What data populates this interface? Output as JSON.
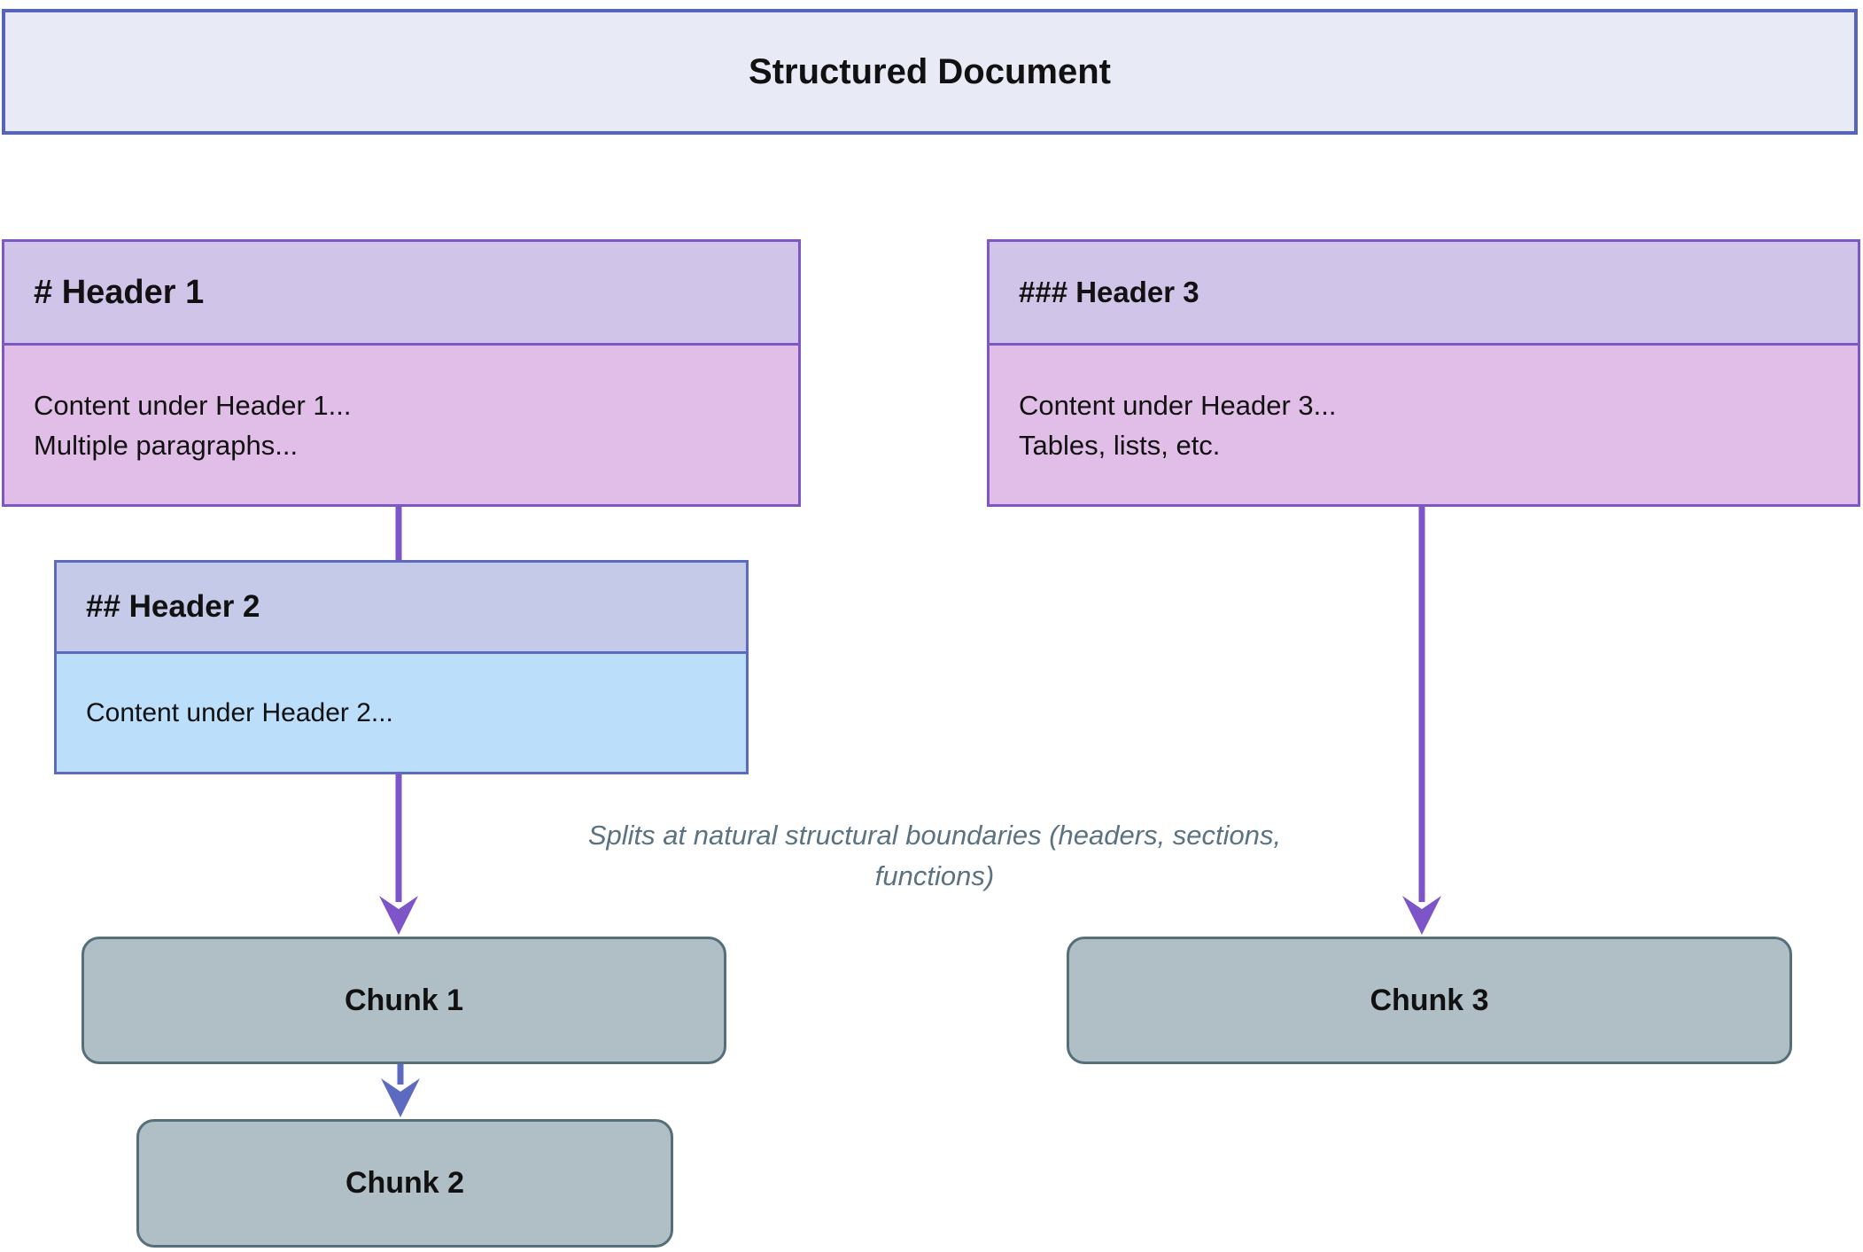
{
  "colors": {
    "text": "#111111",
    "banner-fill": "#E8EAF6",
    "banner-border": "#5564BC",
    "title-fill-purple": "#D1C4E9",
    "content-fill-purple": "#E1BEE7",
    "box-border-purple": "#7E57C2",
    "title-fill-indigo": "#C5CAE9",
    "content-fill-blue": "#BBDEFB",
    "box-border-indigo": "#5C6BC0",
    "chunk-fill": "#B0BEC5",
    "chunk-border": "#546E7A",
    "edge-purple": "#7D55C8",
    "edge-indigo": "#5C6BC0",
    "annotation-text": "#5B7282"
  },
  "banner": {
    "title": "Structured Document"
  },
  "sections": {
    "header1": {
      "title": "# Header 1",
      "content_lines": [
        "Content under Header 1...",
        "Multiple paragraphs..."
      ]
    },
    "header2": {
      "title": "## Header 2",
      "content_lines": [
        "Content under Header 2..."
      ]
    },
    "header3": {
      "title": "### Header 3",
      "content_lines": [
        "Content under Header 3...",
        "Tables, lists, etc."
      ]
    }
  },
  "chunks": {
    "chunk1": {
      "label": "Chunk 1"
    },
    "chunk2": {
      "label": "Chunk 2"
    },
    "chunk3": {
      "label": "Chunk 3"
    }
  },
  "annotation": {
    "lines": [
      "Splits at natural structural boundaries (headers, sections,",
      "functions)"
    ]
  }
}
